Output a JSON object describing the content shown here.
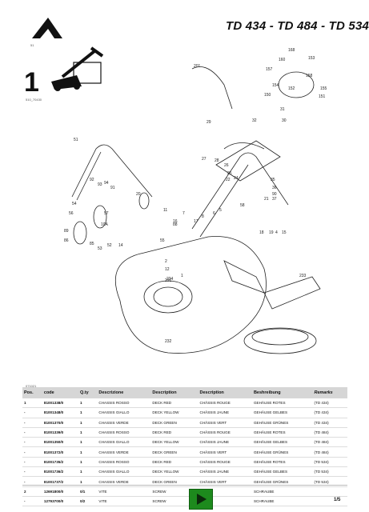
{
  "header": {
    "title": "TD 434 - TD 484 - TD 534",
    "logo_code": "51",
    "figure_number": "1",
    "figure_code": "510_70430"
  },
  "diagram": {
    "callouts": [
      "201",
      "168",
      "160",
      "153",
      "157",
      "158",
      "154",
      "152",
      "155",
      "150",
      "151",
      "31",
      "29",
      "32",
      "30",
      "51",
      "27",
      "28",
      "26",
      "25",
      "24",
      "22",
      "35",
      "36",
      "90",
      "92",
      "93",
      "94",
      "91",
      "20",
      "21",
      "37",
      "58",
      "54",
      "56",
      "57",
      "10A",
      "11",
      "7",
      "8",
      "6",
      "5",
      "16",
      "17",
      "18",
      "19",
      "4",
      "15",
      "55",
      "88",
      "89",
      "86",
      "85",
      "52",
      "14",
      "53",
      "2",
      "12",
      "234",
      "1",
      "231",
      "232",
      "233"
    ],
    "plate_code": "071021"
  },
  "table": {
    "columns": [
      "Pos.",
      "code",
      "Q.ty",
      "Descrizione",
      "Description",
      "Description",
      "Beshreibung",
      "Remarks"
    ],
    "rows": [
      [
        "1",
        "81001338/0",
        "1",
        "CHASSIS ROSSO",
        "DECK RED",
        "CHÂSSIS ROUGE",
        "GEHÄUSE ROTES",
        "(TD 434)"
      ],
      [
        "-",
        "81001348/0",
        "1",
        "CHASSIS GIALLO",
        "DECK YELLOW",
        "CHÂSSIS JAUNE",
        "GEHÄUSE GELBES",
        "(TD 434)"
      ],
      [
        "-",
        "81001370/0",
        "1",
        "CHASSIS VERDE",
        "DECK GREEN",
        "CHÂSSIS VERT",
        "GEHÄUSE GRÜNES",
        "(TD 434)"
      ],
      [
        "-",
        "81001339/0",
        "1",
        "CHASSIS ROSSO",
        "DECK RED",
        "CHÂSSIS ROUGE",
        "GEHÄUSE ROTES",
        "(TD 484)"
      ],
      [
        "-",
        "81001350/0",
        "1",
        "CHASSIS GIALLO",
        "DECK YELLOW",
        "CHÂSSIS JAUNE",
        "GEHÄUSE GELBES",
        "(TD 484)"
      ],
      [
        "-",
        "81001372/0",
        "1",
        "CHASSIS VERDE",
        "DECK GREEN",
        "CHÂSSIS VERT",
        "GEHÄUSE GRÜNES",
        "(TD 484)"
      ],
      [
        "-",
        "81001735/2",
        "1",
        "CHASSIS ROSSO",
        "DECK RED",
        "CHÂSSIS ROUGE",
        "GEHÄUSE ROTES",
        "(TD 534)"
      ],
      [
        "-",
        "81001736/2",
        "1",
        "CHASSIS GIALLO",
        "DECK YELLOW",
        "CHÂSSIS JAUNE",
        "GEHÄUSE GELBES",
        "(TD 534)"
      ],
      [
        "-",
        "81001737/2",
        "1",
        "CHASSIS VERDE",
        "DECK GREEN",
        "CHÂSSIS VERT",
        "GEHÄUSE GRÜNES",
        "(TD 534)"
      ],
      [
        "2",
        "12691800/0",
        "0/1",
        "VITE",
        "SCREW",
        "VIS",
        "SCHRAUBE",
        ""
      ],
      [
        "-",
        "12793700/0",
        "0/2",
        "VITE",
        "SCREW",
        "VIS",
        "SCHRAUBE",
        ""
      ]
    ]
  },
  "footer": {
    "page": "1/5",
    "next_icon": "play-triangle-icon",
    "accent_color": "#1d8a1d"
  }
}
